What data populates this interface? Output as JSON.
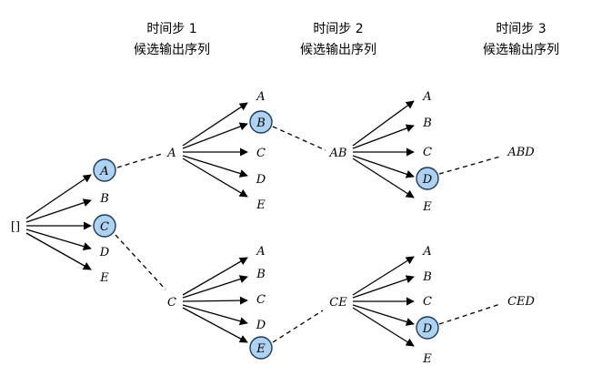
{
  "headers": [
    {
      "line1": "时间步 1",
      "line2": "候选输出序列"
    },
    {
      "line1": "时间步 2",
      "line2": "候选输出序列"
    },
    {
      "line1": "时间步 3",
      "line2": "候选输出序列"
    }
  ],
  "root": {
    "label": "[]"
  },
  "step1": {
    "candidates": [
      "A",
      "B",
      "C",
      "D",
      "E"
    ],
    "selected": [
      "A",
      "C"
    ]
  },
  "branches": [
    {
      "prefix1": "A",
      "step2_candidates": [
        "A",
        "B",
        "C",
        "D",
        "E"
      ],
      "step2_selected": "B",
      "prefix2": "AB",
      "step3_candidates": [
        "A",
        "B",
        "C",
        "D",
        "E"
      ],
      "step3_selected": "D",
      "result": "ABD"
    },
    {
      "prefix1": "C",
      "step2_candidates": [
        "A",
        "B",
        "C",
        "D",
        "E"
      ],
      "step2_selected": "E",
      "prefix2": "CE",
      "step3_candidates": [
        "A",
        "B",
        "C",
        "D",
        "E"
      ],
      "step3_selected": "D",
      "result": "CED"
    }
  ],
  "colors": {
    "selected_fill": "#aed3f2",
    "selected_stroke": "#1f3a5a",
    "line": "#000000"
  }
}
